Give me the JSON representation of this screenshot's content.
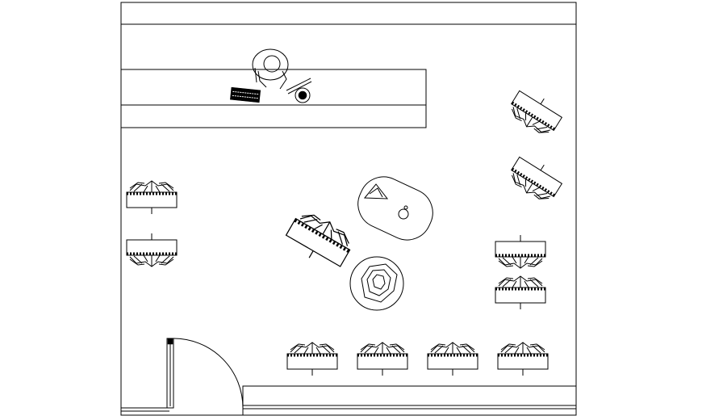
{
  "drawing": {
    "type": "architectural floor plan",
    "view": "top-down",
    "line_color": "#000000",
    "background": "#ffffff"
  },
  "elements": {
    "room": "room-outline",
    "counter": "reception-counter",
    "person": "seated-person-icon",
    "keyboard": "keyboard-icon",
    "phone": "telephone-icon",
    "chairs": "chair-icons",
    "tables": "coffee-table-icons",
    "door": "entrance-door",
    "bench": "bottom-bench"
  }
}
